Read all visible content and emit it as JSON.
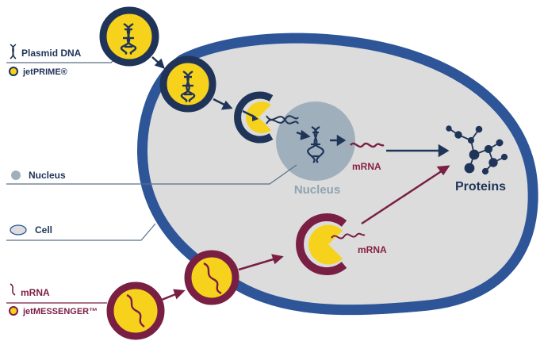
{
  "legend": {
    "plasmid_dna": "Plasmid DNA",
    "jetprime": "jetPRIME®",
    "nucleus": "Nucleus",
    "cell": "Cell",
    "mrna": "mRNA",
    "jetmessenger": "jetMESSENGER™"
  },
  "diagram": {
    "nucleus_label": "Nucleus",
    "mrna_label_nucleus": "mRNA",
    "mrna_label_cytoplasm": "mRNA",
    "proteins_label": "Proteins"
  },
  "colors": {
    "navy": "#1f3458",
    "cell_border": "#2e5598",
    "cytoplasm": "#dcdcdc",
    "nucleus_fill": "#9fb0bc",
    "nucleus_text": "#8ea4b2",
    "yellow": "#f7d21c",
    "maroon": "#7a1f44",
    "mrna_text": "#8a2040"
  }
}
